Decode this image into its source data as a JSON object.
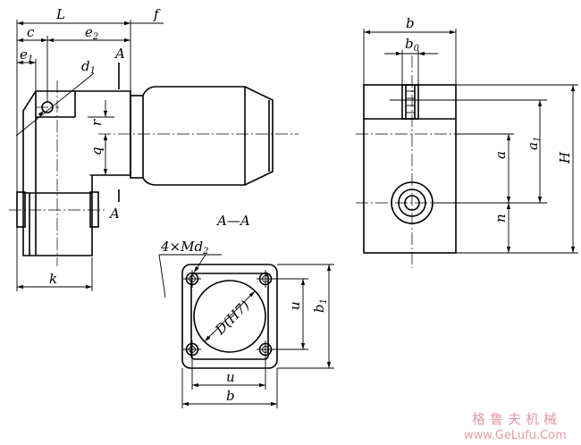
{
  "side_view": {
    "dim_L": "L",
    "dim_f": "f",
    "dim_c": "c",
    "dim_e2": "e",
    "dim_e2_sub": "2",
    "dim_e1": "e",
    "dim_e1_sub": "1",
    "dim_d1": "d",
    "dim_d1_sub": "1",
    "dim_r": "r",
    "dim_q": "q",
    "dim_k": "k",
    "section_mark_top": "A",
    "section_mark_bottom": "A"
  },
  "end_view": {
    "dim_b": "b",
    "dim_b0": "b",
    "dim_b0_sub": "0",
    "dim_a": "a",
    "dim_a1": "a",
    "dim_a1_sub": "1",
    "dim_H": "H",
    "dim_n": "n"
  },
  "section_view": {
    "title": "A—A",
    "hole_spec_prefix": "4",
    "hole_spec_times": "×",
    "hole_spec_M": "M",
    "hole_spec_d": "d",
    "hole_spec_sub": "2",
    "bore": "D(H7)",
    "dim_u_vertical": "u",
    "dim_b1": "b",
    "dim_b1_sub": "1",
    "dim_u_horizontal": "u",
    "dim_b": "b"
  },
  "watermark": {
    "chinese": "格鲁夫机械",
    "url": "www.GeLufu.Com"
  }
}
